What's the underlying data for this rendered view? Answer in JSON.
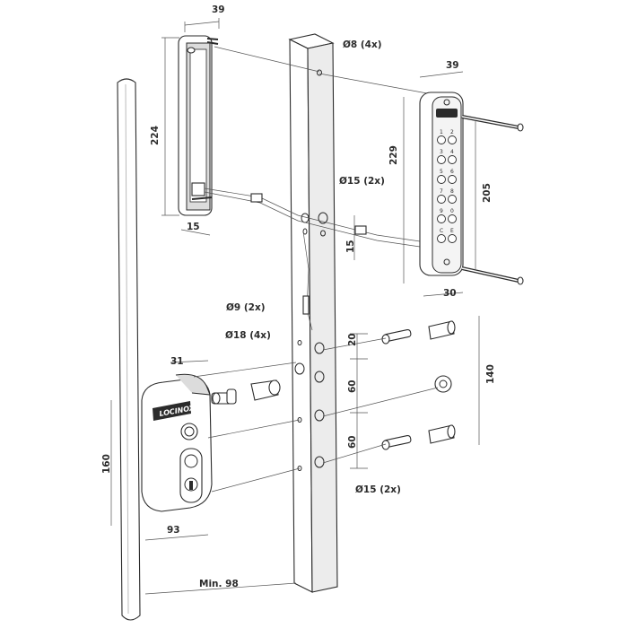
{
  "dimensions": {
    "handle_width_top": "39",
    "handle_height": "224",
    "handle_depth": "15",
    "keypad_width_top": "39",
    "keypad_height": "229",
    "keypad_inner_height": "205",
    "keypad_offset": "15",
    "keypad_width_bottom": "30",
    "hole_8": "Ø8 (4x)",
    "hole_15_top": "Ø15 (2x)",
    "hole_9": "Ø9 (2x)",
    "hole_18": "Ø18 (4x)",
    "hole_15_bottom": "Ø15 (2x)",
    "spacing_20": "20",
    "spacing_60_a": "60",
    "spacing_60_b": "60",
    "spacing_140": "140",
    "lock_depth": "31",
    "lock_height": "160",
    "lock_width": "93",
    "min_distance": "Min. 98"
  },
  "brand": "LOCINOX",
  "keypad_keys": [
    "1",
    "2",
    "3",
    "4",
    "5",
    "6",
    "7",
    "8",
    "9",
    "0",
    "C",
    "E"
  ]
}
